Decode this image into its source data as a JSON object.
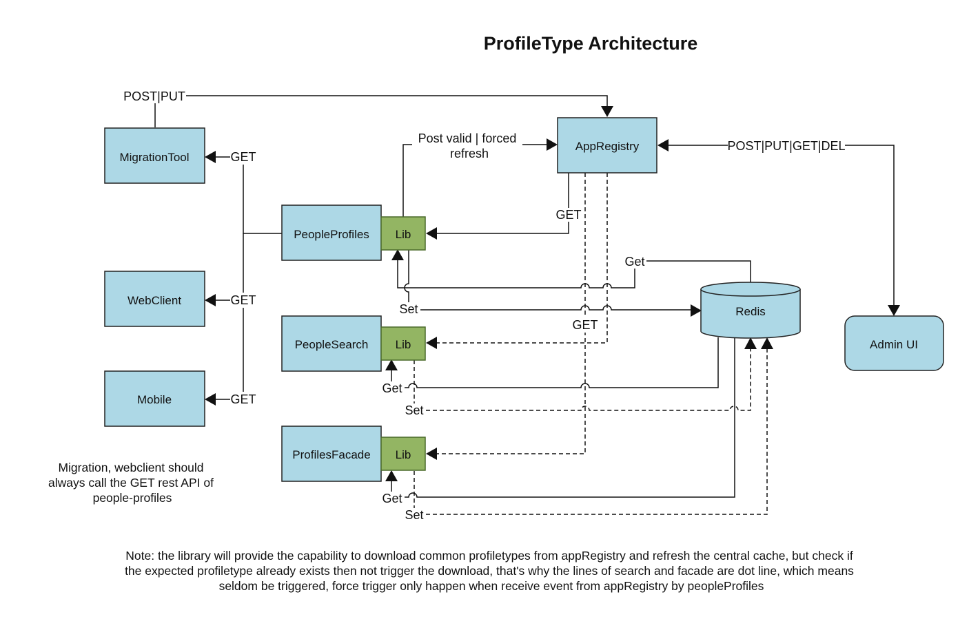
{
  "title": "ProfileType Architecture",
  "nodes": {
    "migration_tool": "MigrationTool",
    "web_client": "WebClient",
    "mobile": "Mobile",
    "people_profiles": "PeopleProfiles",
    "people_search": "PeopleSearch",
    "profiles_facade": "ProfilesFacade",
    "lib": "Lib",
    "app_registry": "AppRegistry",
    "redis": "Redis",
    "admin_ui": "Admin UI"
  },
  "edges": {
    "post_put": "POST|PUT",
    "post_put_get_del": "POST|PUT|GET|DEL",
    "post_valid_1": "Post valid | forced",
    "post_valid_2": "refresh",
    "get_upper": "GET",
    "get_lower": "Get",
    "set_label": "Set"
  },
  "side_note": [
    "Migration, webclient should",
    "always call the GET rest API of",
    "people-profiles"
  ],
  "footer_note": [
    "Note: the library will provide the capability to download common profiletypes from appRegistry and refresh the central cache, but check if",
    "the expected profiletype already exists then not trigger the download, that's why the lines of search and facade are dot line, which means",
    "seldom be triggered, force trigger only happen when receive event from appRegistry by peopleProfiles"
  ]
}
